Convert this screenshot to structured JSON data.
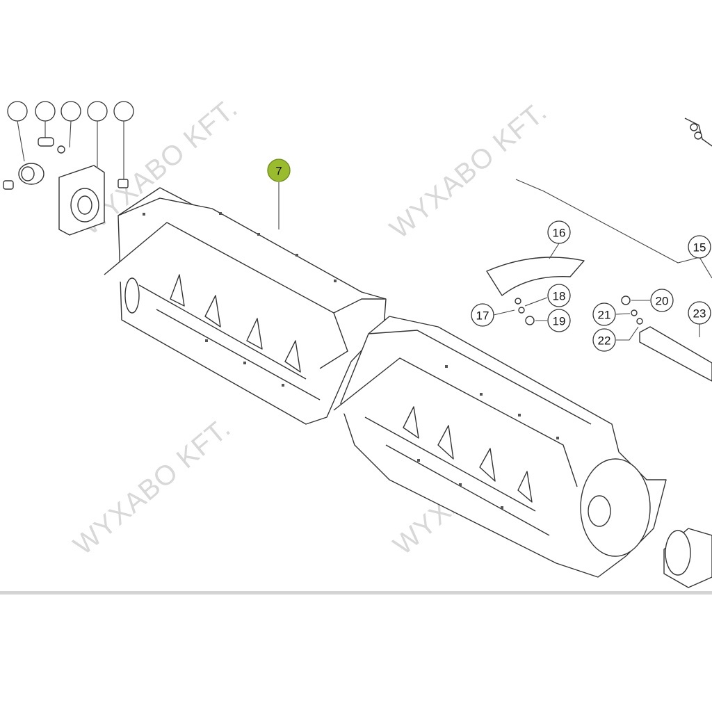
{
  "watermark": "WYXABO KFT.",
  "highlight_color": "#9bbb2f",
  "callouts": {
    "c7": "7",
    "c15": "15",
    "c16": "16",
    "c17": "17",
    "c18": "18",
    "c19": "19",
    "c20": "20",
    "c21": "21",
    "c22": "22",
    "c23": "23"
  }
}
